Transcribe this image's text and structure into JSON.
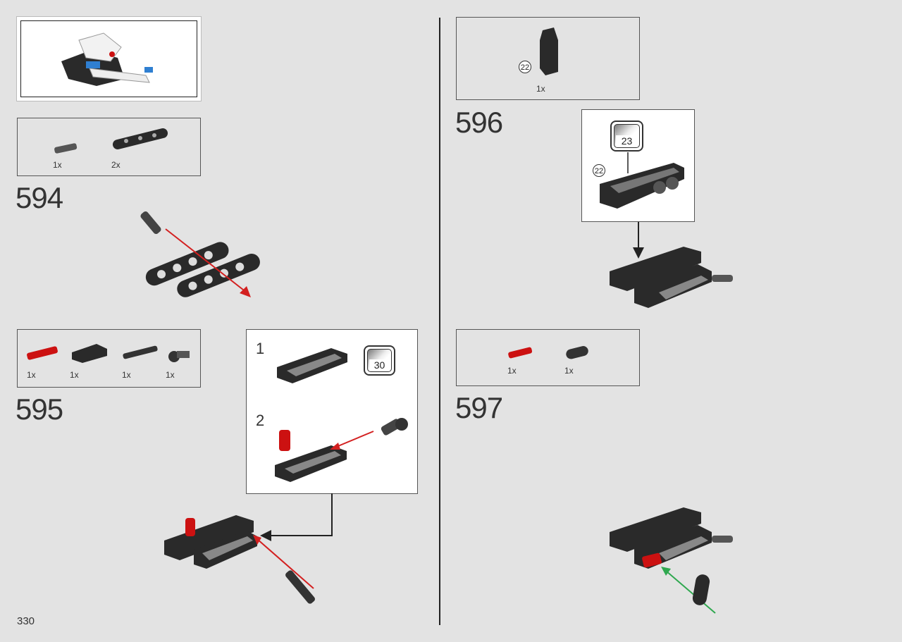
{
  "page_number": "330",
  "left": {
    "step594": {
      "number": "594",
      "parts": [
        {
          "qty": "1x"
        },
        {
          "qty": "2x"
        }
      ]
    },
    "step595": {
      "number": "595",
      "parts": [
        {
          "qty": "1x"
        },
        {
          "qty": "1x"
        },
        {
          "qty": "1x"
        },
        {
          "qty": "1x"
        }
      ],
      "substeps": [
        {
          "number": "1",
          "ref_page": "30"
        },
        {
          "number": "2"
        }
      ]
    }
  },
  "right": {
    "preview_part": {
      "qty": "1x",
      "callout": "22"
    },
    "step596": {
      "number": "596",
      "ref_page": "23",
      "callout": "22"
    },
    "step597": {
      "number": "597",
      "parts": [
        {
          "qty": "1x"
        },
        {
          "qty": "1x"
        }
      ]
    }
  },
  "colors": {
    "arrow_red": "#d32020",
    "arrow_green": "#2fa84f",
    "part_black": "#2a2a2a",
    "part_red": "#cc1111",
    "accent_blue": "#2f7fd1"
  }
}
